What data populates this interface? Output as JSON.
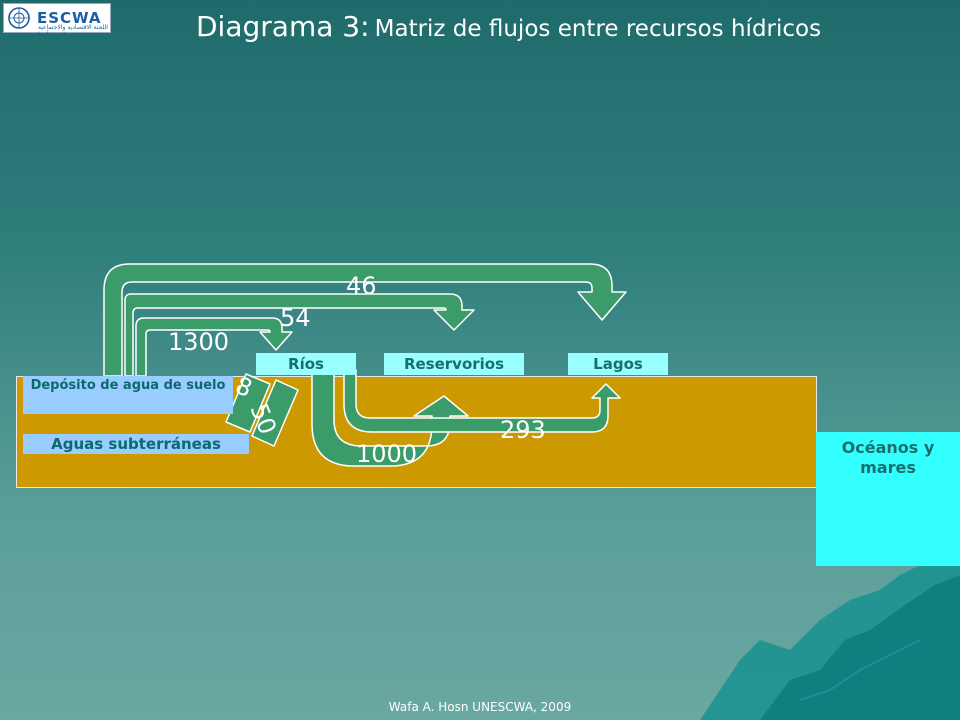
{
  "logo": {
    "text": "ESCWA",
    "arabic": "اللجنة الاقتصادية والاجتماعية لغربي آسيا"
  },
  "title": {
    "main": "Diagrama 3:",
    "sub": "Matriz de flujos entre recursos hídricos"
  },
  "nodes": {
    "deposito": "Depósito de agua de suelo",
    "aguas": "Aguas subterráneas",
    "rios": "Ríos",
    "reservorios": "Reservorios",
    "lagos": "Lagos",
    "oceanos": "Océanos y mares"
  },
  "flows": [
    {
      "from": "Depósito de agua de suelo",
      "to": "Lagos",
      "value": "46"
    },
    {
      "from": "Depósito de agua de suelo",
      "to": "Reservorios",
      "value": "54"
    },
    {
      "from": "Depósito de agua de suelo",
      "to": "Ríos",
      "value": "1300"
    },
    {
      "from": "Depósito de agua de suelo",
      "to": "Aguas subterráneas",
      "value": "8"
    },
    {
      "from": "Aguas subterráneas",
      "to": "Ríos",
      "value": "50"
    },
    {
      "from": "Ríos",
      "to": "Reservorios",
      "value": "1000"
    },
    {
      "from": "Ríos",
      "to": "Lagos",
      "value": "293"
    }
  ],
  "footer": "Wafa A. Hosn UNESCWA, 2009",
  "colors": {
    "arrow": "#3b9c6a",
    "arrow_border": "#ffffff",
    "soil": "#cc9900",
    "node_blue": "#99ccff",
    "node_cyan": "#99ffff",
    "ocean": "#33ffff"
  }
}
